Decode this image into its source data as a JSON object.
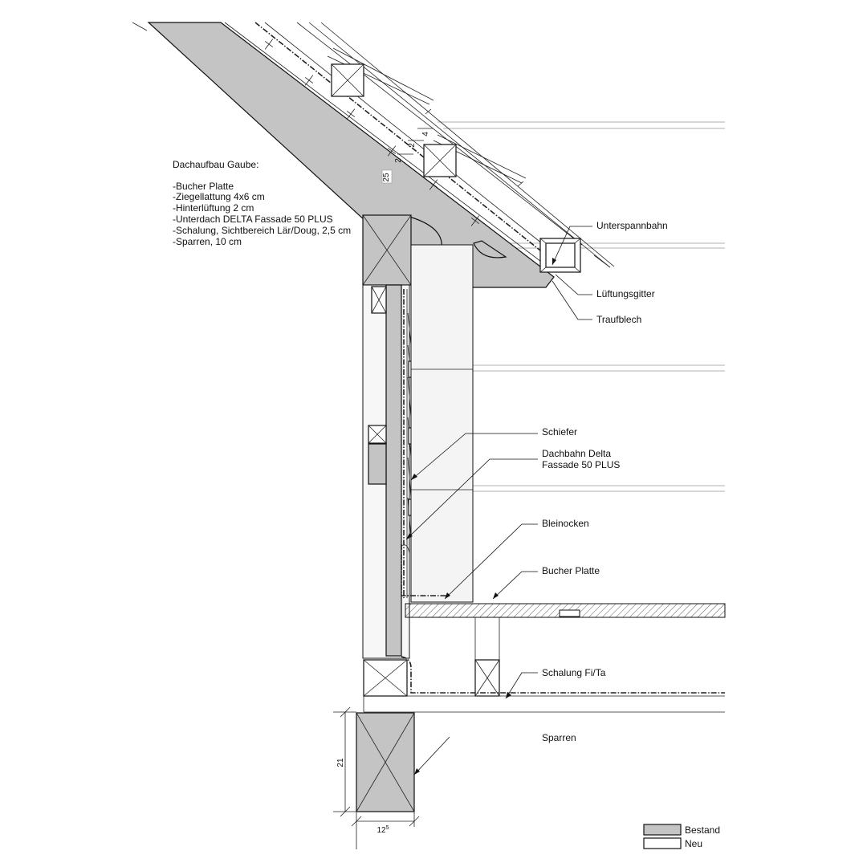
{
  "roof_build_up": {
    "title": "Dachaufbau Gaube:",
    "layers": [
      "-Bucher Platte",
      "-Ziegellattung 4x6 cm",
      "-Hinterlüftung 2 cm",
      "-Unterdach DELTA Fassade 50 PLUS",
      "-Schalung, Sichtbereich Lär/Doug, 2,5 cm",
      "-Sparren, 10 cm"
    ]
  },
  "callouts": {
    "unterspannbahn": "Unterspannbahn",
    "lueftungsgitter": "Lüftungsgitter",
    "traufblech": "Traufblech",
    "schiefer": "Schiefer",
    "dachbahn_line1": "Dachbahn Delta",
    "dachbahn_line2": "Fassade 50 PLUS",
    "bleinocken": "Bleinocken",
    "bucher_platte": "Bucher Platte",
    "schalung": "Schalung Fi/Ta",
    "sparren": "Sparren"
  },
  "dimensions": {
    "d4": "4",
    "d2a": "2",
    "d2b": "2",
    "d25": "25",
    "height": "21",
    "width": "12",
    "width_sup": "5"
  },
  "legend": {
    "bestand": "Bestand",
    "neu": "Neu"
  },
  "colors": {
    "bestand_fill": "#c4c4c4",
    "line": "#111111"
  }
}
